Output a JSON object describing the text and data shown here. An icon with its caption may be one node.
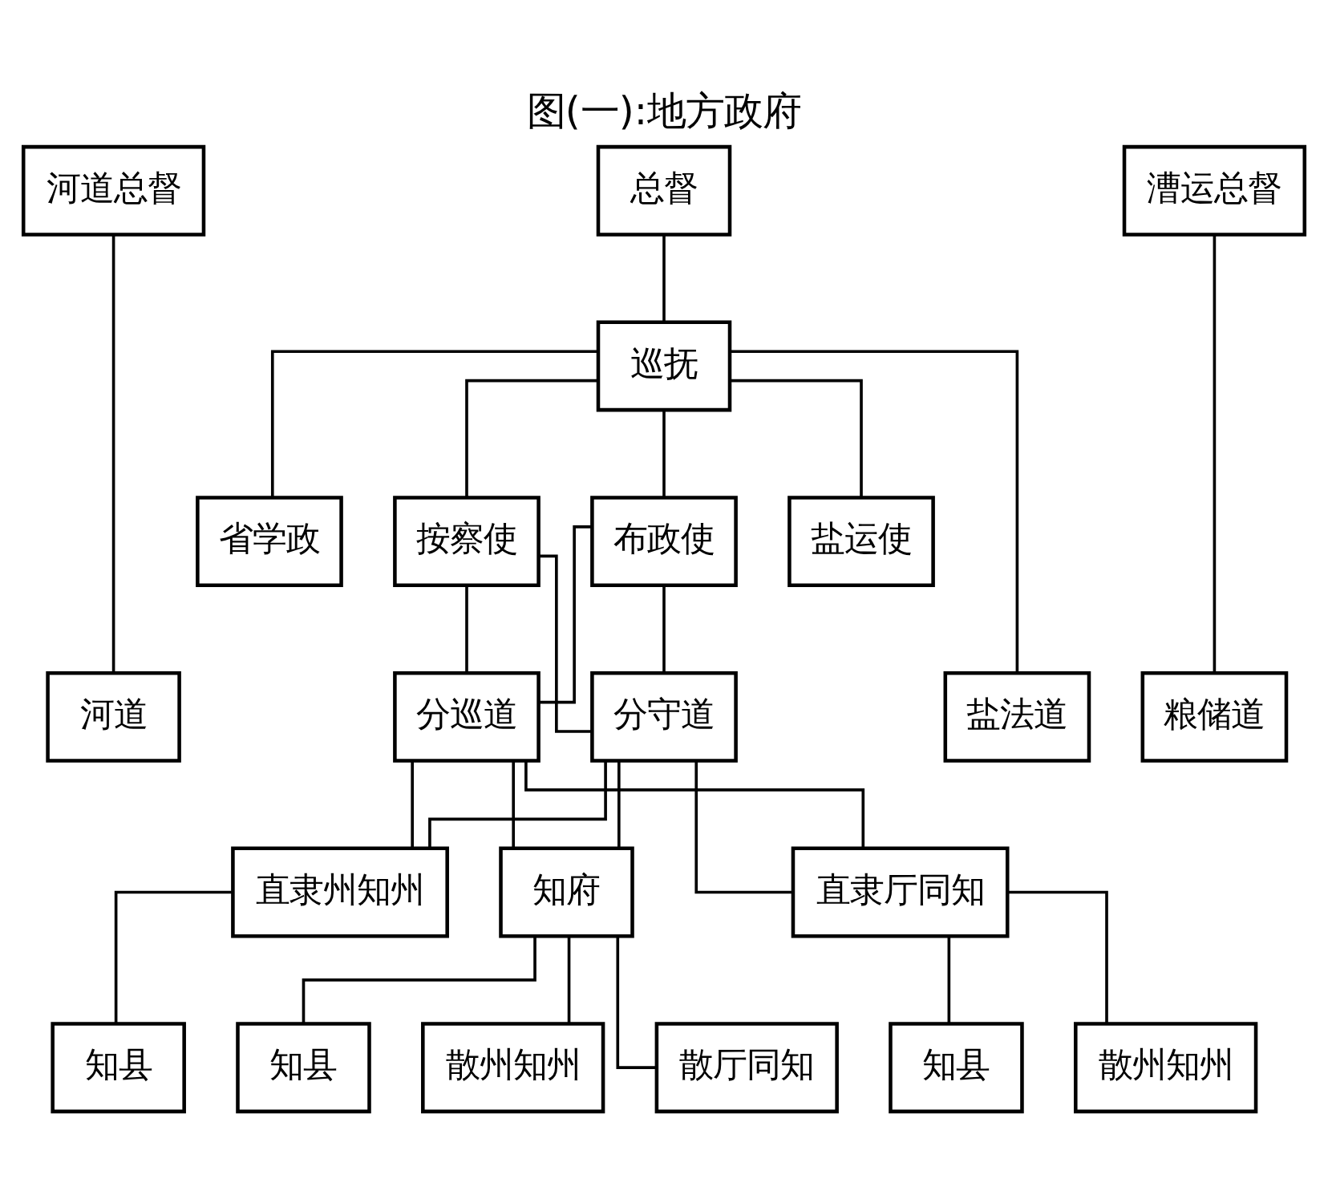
{
  "diagram": {
    "title": "图(一):地方政府",
    "nodes": [
      {
        "text": [
          "河道总督"
        ]
      },
      {
        "text": [
          "总督"
        ]
      },
      {
        "text": [
          "漕运总督"
        ]
      },
      {
        "text": [
          "巡抚"
        ]
      },
      {
        "text": [
          "省学政"
        ]
      },
      {
        "text": [
          "布政使"
        ]
      },
      {
        "text": [
          "按察使"
        ]
      },
      {
        "text": [
          "盐运使"
        ]
      },
      {
        "text": [
          "河道"
        ]
      },
      {
        "text": [
          "分巡道"
        ]
      },
      {
        "text": [
          "分守道"
        ]
      },
      {
        "text": [
          "盐法道"
        ]
      },
      {
        "text": [
          "粮储道"
        ]
      },
      {
        "text": [
          "直隶州知州"
        ]
      },
      {
        "text": [
          "知府"
        ]
      },
      {
        "text": [
          "直隶厅同知"
        ]
      },
      {
        "text": [
          "知县"
        ]
      },
      {
        "text": [
          "知县"
        ]
      },
      {
        "text": [
          "散州知州"
        ]
      },
      {
        "text": [
          "散厅同知"
        ]
      },
      {
        "text": [
          "知县"
        ]
      },
      {
        "text": [
          "散州知州"
        ]
      }
    ],
    "edges": [
      {
        "from": 0,
        "to": 8,
        "arrow": "none"
      },
      {
        "from": 1,
        "to": 3,
        "arrow": "none"
      },
      {
        "from": 2,
        "to": 12,
        "arrow": "none"
      },
      {
        "from": 3,
        "to": 4,
        "arrow": "none"
      },
      {
        "from": 3,
        "to": 5,
        "arrow": "none"
      },
      {
        "from": 3,
        "to": 6,
        "arrow": "none"
      },
      {
        "from": 3,
        "to": 7,
        "arrow": "none"
      },
      {
        "from": 3,
        "to": 11,
        "arrow": "none"
      },
      {
        "from": 5,
        "to": 9,
        "arrow": "none"
      },
      {
        "from": 5,
        "to": 10,
        "arrow": "none"
      },
      {
        "from": 6,
        "to": 9,
        "arrow": "none"
      },
      {
        "from": 6,
        "to": 10,
        "arrow": "none"
      },
      {
        "from": 9,
        "to": 13,
        "arrow": "none"
      },
      {
        "from": 9,
        "to": 14,
        "arrow": "none"
      },
      {
        "from": 9,
        "to": 15,
        "arrow": "none"
      },
      {
        "from": 10,
        "to": 13,
        "arrow": "none"
      },
      {
        "from": 10,
        "to": 14,
        "arrow": "none"
      },
      {
        "from": 10,
        "to": 15,
        "arrow": "none"
      },
      {
        "from": 13,
        "to": 16,
        "arrow": "none"
      },
      {
        "from": 14,
        "to": 17,
        "arrow": "none"
      },
      {
        "from": 14,
        "to": 18,
        "arrow": "none"
      },
      {
        "from": 14,
        "to": 19,
        "arrow": "none"
      },
      {
        "from": 15,
        "to": 20,
        "arrow": "none"
      },
      {
        "from": 15,
        "to": 21,
        "arrow": "none"
      }
    ]
  }
}
